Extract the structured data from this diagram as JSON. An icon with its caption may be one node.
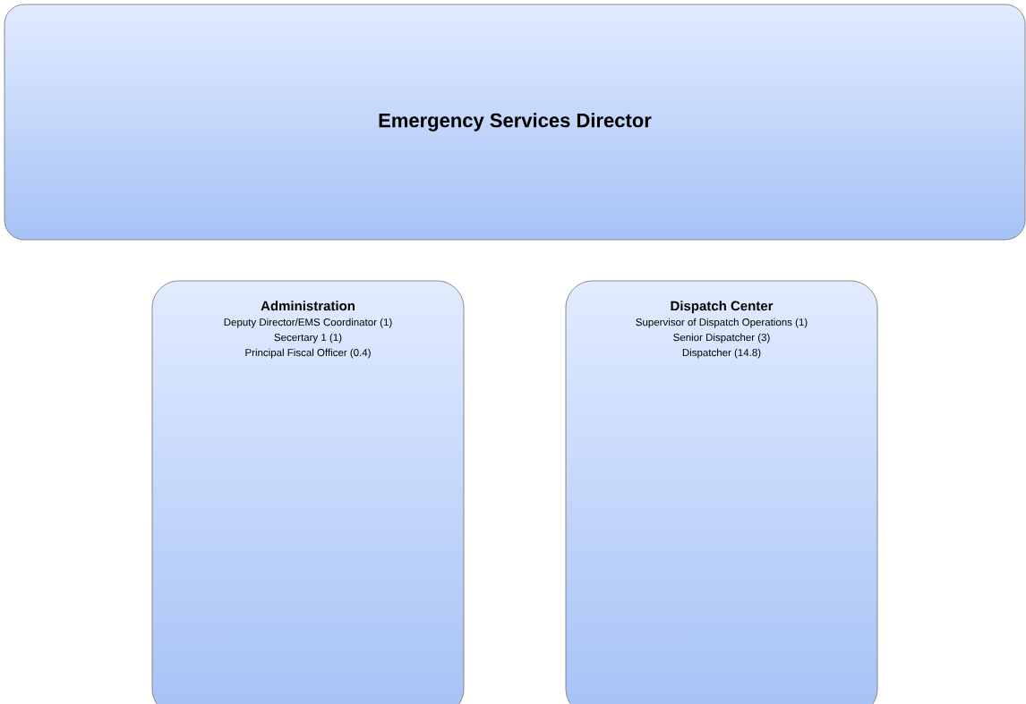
{
  "diagram": {
    "nodes": [
      {
        "text": [
          "Emergency Services Director"
        ]
      },
      {
        "text": [
          "Administration",
          "Deputy Director/EMS Coordinator (1)",
          "Secertary 1 (1)",
          "Principal Fiscal Officer (0.4)"
        ]
      },
      {
        "text": [
          "Dispatch Center",
          "Supervisor of Dispatch Operations (1)",
          "Senior Dispatcher (3)",
          "Dispatcher (14.8)"
        ]
      }
    ]
  }
}
